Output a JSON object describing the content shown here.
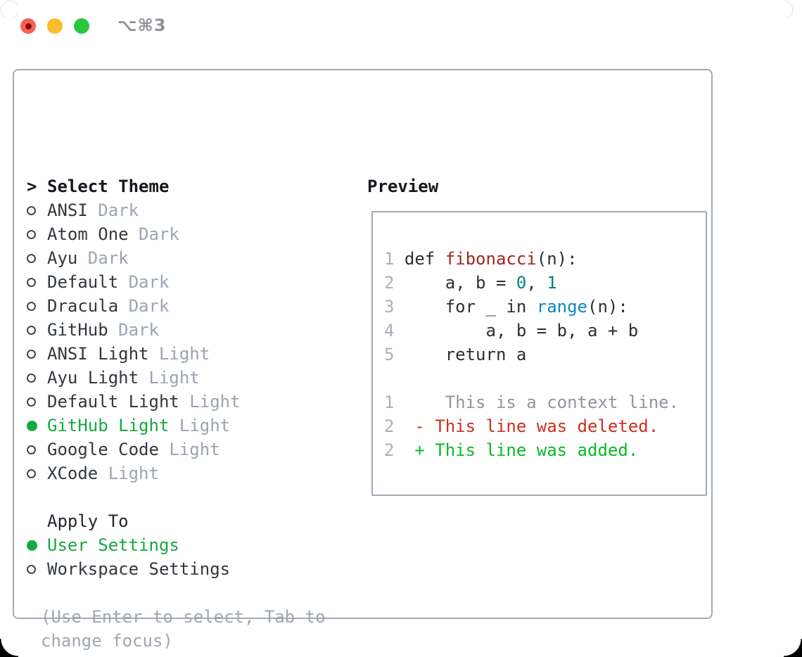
{
  "window": {
    "shortcut_label": "⌥⌘3",
    "traffic_lights": [
      "close",
      "minimize",
      "zoom"
    ]
  },
  "colors": {
    "selected_green": "#17a83f",
    "added_green": "#07ba20",
    "deleted_red": "#c93120",
    "function_red": "#a4251c",
    "literal_teal": "#077e7e",
    "builtin_blue": "#0e87be",
    "muted_gray": "#9ba4b0",
    "border_gray": "#a3aab3",
    "traffic_red": "#fa5f55",
    "traffic_yellow": "#fcbc2f",
    "traffic_green": "#2ac63e"
  },
  "theme_selector": {
    "prompt": ">",
    "title": "Select Theme",
    "themes": [
      {
        "name": "ANSI",
        "variant": "Dark",
        "selected": false
      },
      {
        "name": "Atom One",
        "variant": "Dark",
        "selected": false
      },
      {
        "name": "Ayu",
        "variant": "Dark",
        "selected": false
      },
      {
        "name": "Default",
        "variant": "Dark",
        "selected": false
      },
      {
        "name": "Dracula",
        "variant": "Dark",
        "selected": false
      },
      {
        "name": "GitHub",
        "variant": "Dark",
        "selected": false
      },
      {
        "name": "ANSI Light",
        "variant": "Light",
        "selected": false
      },
      {
        "name": "Ayu Light",
        "variant": "Light",
        "selected": false
      },
      {
        "name": "Default Light",
        "variant": "Light",
        "selected": false
      },
      {
        "name": "GitHub Light",
        "variant": "Light",
        "selected": true
      },
      {
        "name": "Google Code",
        "variant": "Light",
        "selected": false
      },
      {
        "name": "XCode",
        "variant": "Light",
        "selected": false
      }
    ]
  },
  "apply_to": {
    "title": "Apply To",
    "options": [
      {
        "name": "User Settings",
        "selected": true
      },
      {
        "name": "Workspace Settings",
        "selected": false
      }
    ]
  },
  "hint": "(Use Enter to select, Tab to\nchange focus)",
  "preview": {
    "title": "Preview",
    "code_lines": [
      [
        {
          "t": "1 ",
          "c": "ln"
        },
        {
          "t": "def ",
          "c": "code"
        },
        {
          "t": "fibonacci",
          "c": "fn"
        },
        {
          "t": "(n):",
          "c": "code"
        }
      ],
      [
        {
          "t": "2 ",
          "c": "ln"
        },
        {
          "t": "    a, b = ",
          "c": "code"
        },
        {
          "t": "0",
          "c": "lit"
        },
        {
          "t": ", ",
          "c": "code"
        },
        {
          "t": "1",
          "c": "lit"
        }
      ],
      [
        {
          "t": "3 ",
          "c": "ln"
        },
        {
          "t": "    for _ in ",
          "c": "code"
        },
        {
          "t": "range",
          "c": "bi"
        },
        {
          "t": "(n):",
          "c": "code"
        }
      ],
      [
        {
          "t": "4 ",
          "c": "ln"
        },
        {
          "t": "        a, b = b, a + b",
          "c": "code"
        }
      ],
      [
        {
          "t": "5 ",
          "c": "ln"
        },
        {
          "t": "    return a",
          "c": "code"
        }
      ],
      [
        {
          "t": "",
          "c": "code"
        }
      ],
      [
        {
          "t": "1",
          "c": "ln"
        },
        {
          "t": "     ",
          "c": "code"
        },
        {
          "t": "This is a context line.",
          "c": "ctx"
        }
      ],
      [
        {
          "t": "2",
          "c": "ln"
        },
        {
          "t": "  ",
          "c": "code"
        },
        {
          "t": "- This line was deleted.",
          "c": "del"
        }
      ],
      [
        {
          "t": "2",
          "c": "ln"
        },
        {
          "t": "  ",
          "c": "code"
        },
        {
          "t": "+ This line was added.",
          "c": "add"
        }
      ]
    ]
  }
}
